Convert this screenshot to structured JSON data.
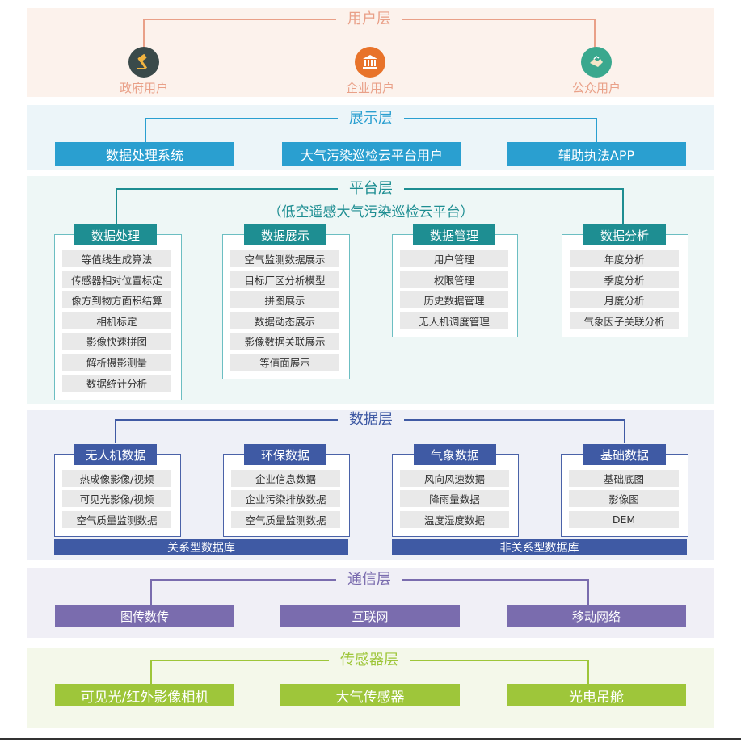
{
  "user_layer": {
    "title": "用户层",
    "users": [
      {
        "label": "政府用户",
        "icon": "gavel-icon",
        "color": "#3a4a4a"
      },
      {
        "label": "企业用户",
        "icon": "bank-icon",
        "color": "#e8732a"
      },
      {
        "label": "公众用户",
        "icon": "handshake-icon",
        "color": "#3aa88e"
      }
    ]
  },
  "display_layer": {
    "title": "展示层",
    "items": [
      "数据处理系统",
      "大气污染巡检云平台用户",
      "辅助执法APP"
    ]
  },
  "platform_layer": {
    "title": "平台层",
    "subtitle": "（低空遥感大气污染巡检云平台）",
    "modules": [
      {
        "name": "数据处理",
        "items": [
          "等值线生成算法",
          "传感器相对位置标定",
          "像方到物方面积结算",
          "相机标定",
          "影像快速拼图",
          "解析摄影测量",
          "数据统计分析"
        ]
      },
      {
        "name": "数据展示",
        "items": [
          "空气监测数据展示",
          "目标厂区分析模型",
          "拼图展示",
          "数据动态展示",
          "影像数据关联展示",
          "等值面展示"
        ]
      },
      {
        "name": "数据管理",
        "items": [
          "用户管理",
          "权限管理",
          "历史数据管理",
          "无人机调度管理"
        ]
      },
      {
        "name": "数据分析",
        "items": [
          "年度分析",
          "季度分析",
          "月度分析",
          "气象因子关联分析"
        ]
      }
    ]
  },
  "data_layer": {
    "title": "数据层",
    "modules": [
      {
        "name": "无人机数据",
        "items": [
          "热成像影像/视频",
          "可见光影像/视频",
          "空气质量监测数据"
        ]
      },
      {
        "name": "环保数据",
        "items": [
          "企业信息数据",
          "企业污染排放数据",
          "空气质量监测数据"
        ]
      },
      {
        "name": "气象数据",
        "items": [
          "风向风速数据",
          "降雨量数据",
          "温度湿度数据"
        ]
      },
      {
        "name": "基础数据",
        "items": [
          "基础底图",
          "影像图",
          "DEM"
        ]
      }
    ],
    "databases": [
      "关系型数据库",
      "非关系型数据库"
    ]
  },
  "comm_layer": {
    "title": "通信层",
    "items": [
      "图传数传",
      "互联网",
      "移动网络"
    ]
  },
  "sensor_layer": {
    "title": "传感器层",
    "items": [
      "可见光/红外影像相机",
      "大气传感器",
      "光电吊舱"
    ]
  },
  "colors": {
    "user_bg": "#fcf2ec",
    "user_accent": "#e9a088",
    "display_bg": "#ecf5f9",
    "display_bar": "#2a9fd0",
    "platform_bg": "#eef7f6",
    "platform_accent": "#1e8e92",
    "data_bg": "#eef0f7",
    "data_accent": "#3f5aa4",
    "comm_bg": "#f0eff6",
    "comm_bar": "#7a6cae",
    "sensor_bg": "#f4f8ea",
    "sensor_bar": "#9ec63a"
  }
}
